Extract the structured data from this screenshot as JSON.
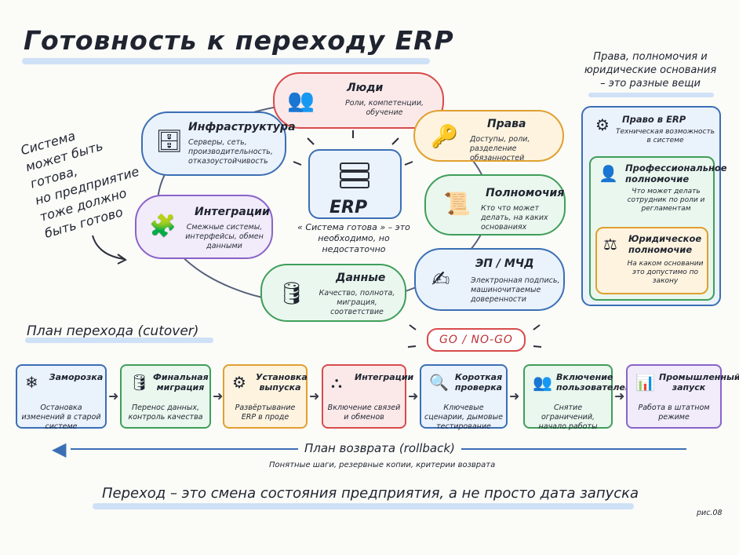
{
  "title": "Готовность к переходу ERP",
  "left_note": [
    "Система",
    "может быть",
    "готова,",
    "но предприятие",
    "тоже должно",
    "быть готово"
  ],
  "center": {
    "label": "ERP",
    "caption": "« Система готова » – это необходимо, но недостаточно"
  },
  "nodes": {
    "people": {
      "title": "Люди",
      "desc": "Роли, компетенции, обучение",
      "icon": "people-icon"
    },
    "infra": {
      "title": "Инфраструктура",
      "desc": "Серверы, сеть, производительность, отказоустойчивость",
      "icon": "server-icon"
    },
    "rights": {
      "title": "Права",
      "desc": "Доступы, роли, разделение обязанностей",
      "icon": "key-icon"
    },
    "integrations": {
      "title": "Интеграции",
      "desc": "Смежные системы, интерфейсы, обмен данными",
      "icon": "puzzle-icon"
    },
    "authority": {
      "title": "Полномочия",
      "desc": "Кто что может делать, на каких основаниях",
      "icon": "certificate-icon"
    },
    "signature": {
      "title": "ЭП / МЧД",
      "desc": "Электронная подпись, машиночитаемые доверенности",
      "icon": "signature-icon"
    },
    "data": {
      "title": "Данные",
      "desc": "Качество, полнота, миграция, соответствие",
      "icon": "database-icon"
    }
  },
  "right_note": "Права, полномочия и юридические основания – это разные вещи",
  "panel": {
    "erp_right": {
      "title": "Право в ERP",
      "desc": "Техническая возможность в системе"
    },
    "professional": {
      "title": "Профессиональное полномочие",
      "desc": "Что может делать сотрудник по роли и регламентам"
    },
    "legal": {
      "title": "Юридическое полномочие",
      "desc": "На каком основании это допустимо по закону"
    }
  },
  "plan_title": "План перехода (cutover)",
  "gonogo": "GO / NO-GO",
  "steps": [
    {
      "title": "Заморозка",
      "desc": "Остановка изменений в старой системе",
      "icon": "snowflake-icon",
      "color": "#3b6fb4",
      "bg": "#eaf2fc"
    },
    {
      "title": "Финальная миграция",
      "desc": "Перенос данных, контроль качества",
      "icon": "database-icon",
      "color": "#3f9e5a",
      "bg": "#eaf7ee"
    },
    {
      "title": "Установка выпуска",
      "desc": "Развёртывание ERP в проде",
      "icon": "gear-icon",
      "color": "#e0a030",
      "bg": "#fdf3df"
    },
    {
      "title": "Интеграции",
      "desc": "Включение связей и обменов",
      "icon": "network-icon",
      "color": "#d84b4b",
      "bg": "#fbe9e9"
    },
    {
      "title": "Короткая проверка",
      "desc": "Ключевые сценарии, дымовые тестирование",
      "icon": "magnifier-icon",
      "color": "#3b6fb4",
      "bg": "#eaf2fc"
    },
    {
      "title": "Включение пользователей",
      "desc": "Снятие ограничений, начало работы",
      "icon": "people-icon",
      "color": "#3f9e5a",
      "bg": "#eaf7ee"
    },
    {
      "title": "Промышленный запуск",
      "desc": "Работа в штатном режиме",
      "icon": "chart-icon",
      "color": "#8a63c9",
      "bg": "#f1ebfa"
    }
  ],
  "rollback": {
    "label": "План возврата (rollback)",
    "desc": "Понятные шаги, резервные копии, критерии возврата"
  },
  "bottom_text": "Переход – это смена состояния предприятия, а не просто дата запуска",
  "fig_label": "рис.08",
  "colors": {
    "blue": "#3b6fb4",
    "red": "#d84b4b",
    "yellow": "#e0a030",
    "green": "#3f9e5a",
    "purple": "#8a63c9",
    "highlight": "#cfe1f6"
  }
}
